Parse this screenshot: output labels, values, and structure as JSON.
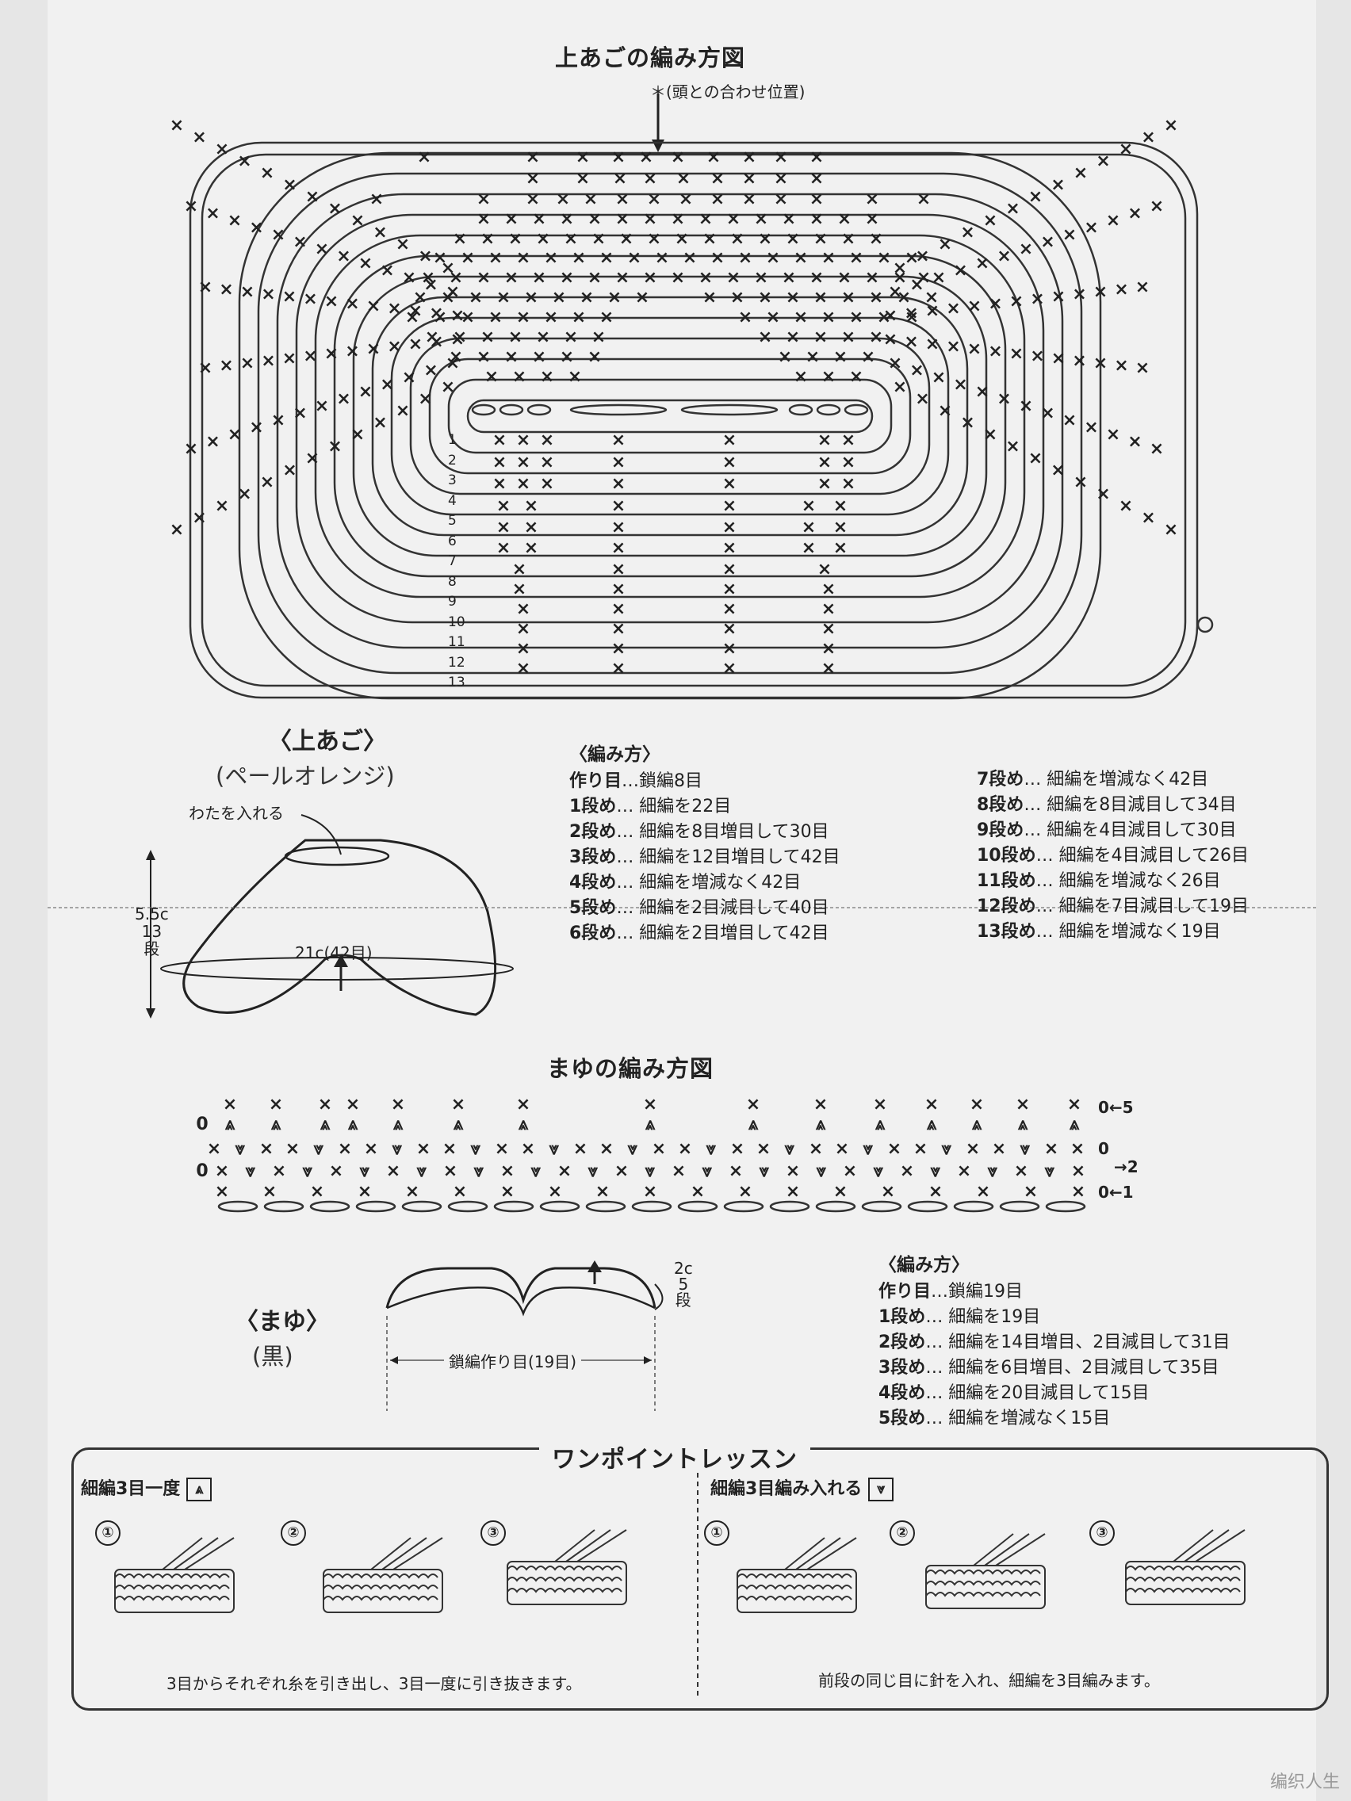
{
  "upper": {
    "chart_title": "上あごの編み方図",
    "marker_note": "＊(頭との合わせ位置)",
    "row_numbers": [
      "1",
      "2",
      "3",
      "4",
      "5",
      "6",
      "7",
      "8",
      "9",
      "10",
      "11",
      "12",
      "13"
    ],
    "piece_title": "〈上あご〉",
    "color_name": "(ペールオレンジ)",
    "stuffing_note": "わたを入れる",
    "height_label": [
      "5.5c",
      "13",
      "段"
    ],
    "width_label": "21c(42目)",
    "method_title": "〈編み方〉",
    "steps_left": [
      {
        "label": "作り目",
        "text": "…鎖編8目"
      },
      {
        "label": "1段め",
        "text": "… 細編を22目"
      },
      {
        "label": "2段め",
        "text": "… 細編を8目増目して30目"
      },
      {
        "label": "3段め",
        "text": "… 細編を12目増目して42目"
      },
      {
        "label": "4段め",
        "text": "… 細編を増減なく42目"
      },
      {
        "label": "5段め",
        "text": "… 細編を2目減目して40目"
      },
      {
        "label": "6段め",
        "text": "… 細編を2目増目して42目"
      }
    ],
    "steps_right": [
      {
        "label": "7段め",
        "text": "… 細編を増減なく42目"
      },
      {
        "label": "8段め",
        "text": "… 細編を8目減目して34目"
      },
      {
        "label": "9段め",
        "text": "… 細編を4目減目して30目"
      },
      {
        "label": "10段め",
        "text": "… 細編を4目減目して26目"
      },
      {
        "label": "11段め",
        "text": "… 細編を増減なく26目"
      },
      {
        "label": "12段め",
        "text": "… 細編を7目減目して19目"
      },
      {
        "label": "13段め",
        "text": "… 細編を増減なく19目"
      }
    ]
  },
  "brow": {
    "chart_title": "まゆの編み方図",
    "row_marks": [
      "0←5",
      "0",
      "→2",
      "0←1"
    ],
    "piece_title": "〈まゆ〉",
    "color_name": "(黒)",
    "height_label": [
      "2c",
      "5",
      "段"
    ],
    "chain_label": "鎖編作り目(19目)",
    "method_title": "〈編み方〉",
    "steps": [
      {
        "label": "作り目",
        "text": "…鎖編19目"
      },
      {
        "label": "1段め",
        "text": "… 細編を19目"
      },
      {
        "label": "2段め",
        "text": "… 細編を14目増目、2目減目して31目"
      },
      {
        "label": "3段め",
        "text": "… 細編を6目増目、2目減目して35目"
      },
      {
        "label": "4段め",
        "text": "… 細編を20目減目して15目"
      },
      {
        "label": "5段め",
        "text": "… 細編を増減なく15目"
      }
    ]
  },
  "lesson": {
    "title": "ワンポイントレッスン",
    "left_heading": "細編3目一度",
    "left_symbol": "⩓",
    "right_heading": "細編3目編み入れる",
    "right_symbol": "⩔",
    "step_nums": [
      "①",
      "②",
      "③"
    ],
    "left_caption": "3目からそれぞれ糸を引き出し、3目一度に引き抜きます。",
    "right_caption": "前段の同じ目に針を入れ、細編を3目編みます。"
  },
  "watermark": "编织人生"
}
